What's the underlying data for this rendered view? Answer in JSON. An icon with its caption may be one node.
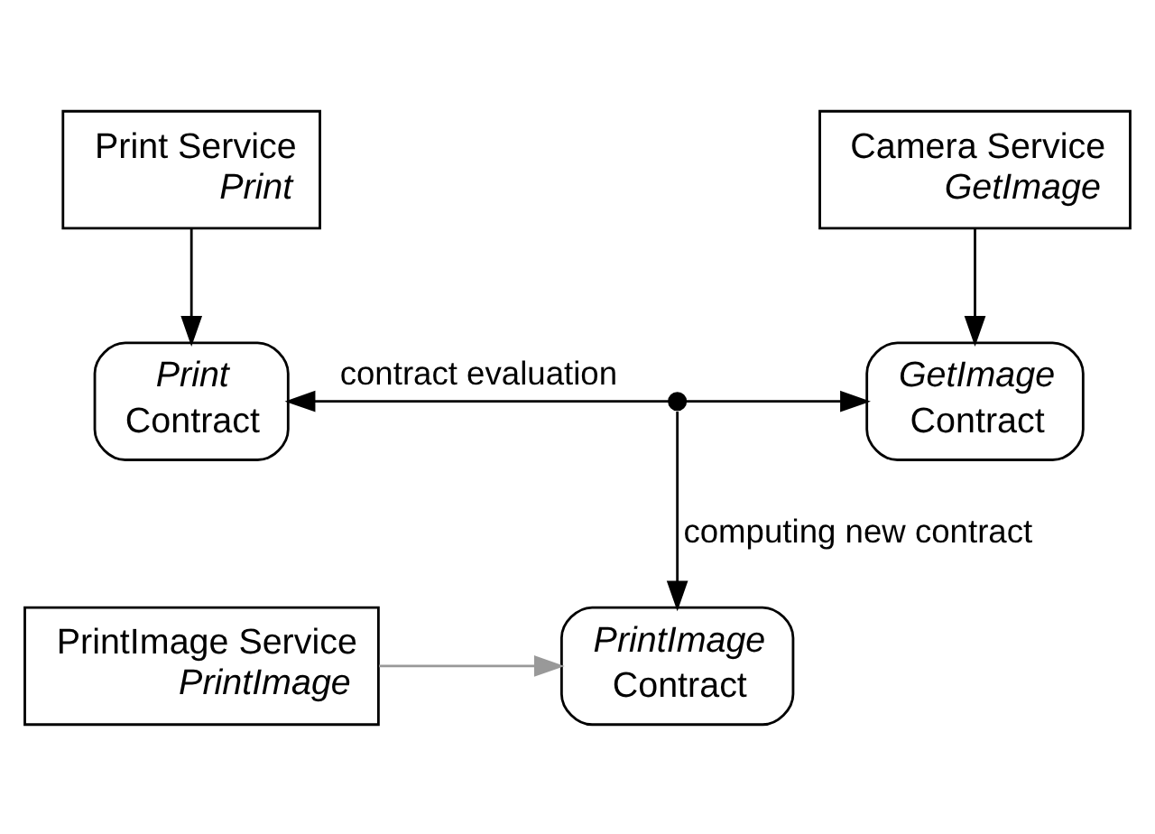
{
  "diagram": {
    "nodes": [
      {
        "text": [
          "Print Service",
          "Print"
        ]
      },
      {
        "text": [
          "Camera Service",
          "GetImage"
        ]
      },
      {
        "text": [
          "Print",
          "Contract"
        ]
      },
      {
        "text": [],
        "shape": "circle"
      },
      {
        "text": [
          "GetImage",
          "Contract"
        ]
      },
      {
        "text": [
          "PrintImage",
          "Contract"
        ]
      },
      {
        "text": [
          "PrintImage Service",
          "PrintImage"
        ]
      }
    ],
    "edges": [
      {
        "from": 0,
        "to": 2,
        "arrow": "to"
      },
      {
        "from": 1,
        "to": 4,
        "arrow": "to"
      },
      {
        "from": 3,
        "to": 2,
        "arrow": "to",
        "label": "contract evaluation"
      },
      {
        "from": 3,
        "to": 4,
        "arrow": "to"
      },
      {
        "from": 3,
        "to": 5,
        "arrow": "to",
        "label": "computing new contract"
      },
      {
        "from": 6,
        "to": 5,
        "arrow": "to",
        "color": "#999999"
      }
    ]
  }
}
